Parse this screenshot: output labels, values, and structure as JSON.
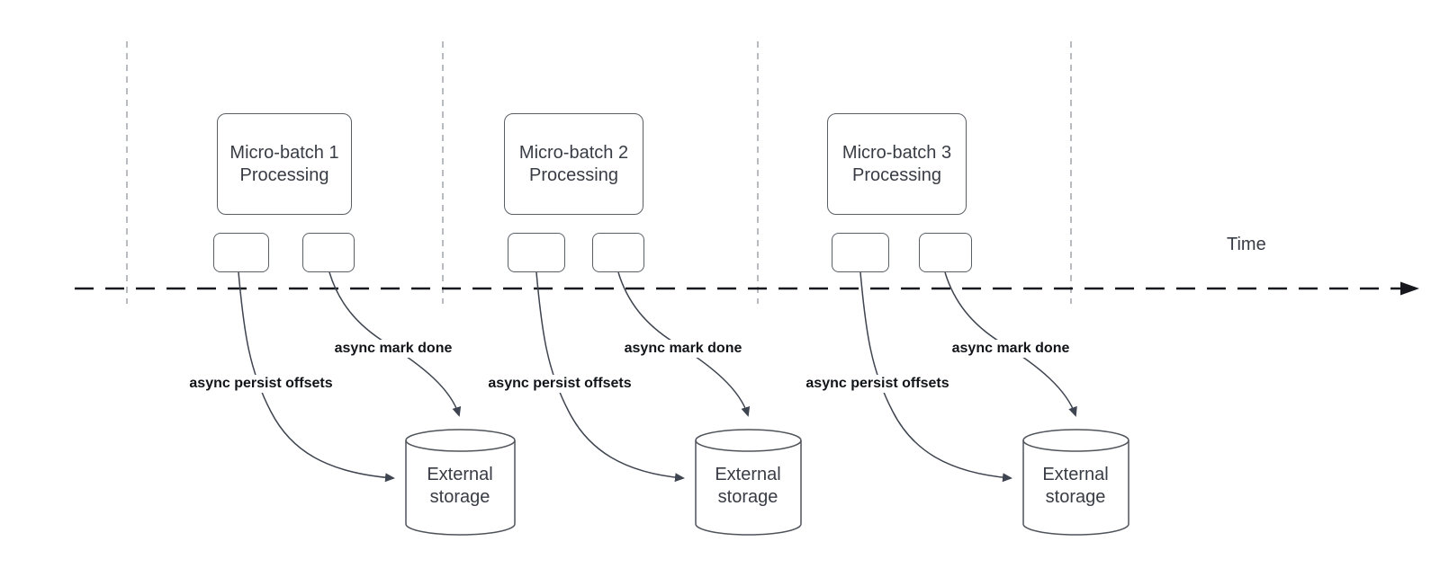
{
  "colors": {
    "canvas_bg": "#ffffff",
    "shape_stroke": "#5a5f66",
    "cylinder_stroke": "#4f545b",
    "curve_stroke": "#3e4450",
    "timeline_color": "#16181d",
    "gridline_color": "#9aa0a6",
    "heading_text": "#383c44",
    "edge_label_text": "#111418"
  },
  "time_label": "Time",
  "sections": [
    {
      "title": "Micro-batch 1\nProcessing",
      "persist_label": "async persist offsets",
      "mark_done_label": "async mark done",
      "storage_label": "External\nstorage"
    },
    {
      "title": "Micro-batch 2\nProcessing",
      "persist_label": "async persist offsets",
      "mark_done_label": "async mark done",
      "storage_label": "External\nstorage"
    },
    {
      "title": "Micro-batch 3\nProcessing",
      "persist_label": "async persist offsets",
      "mark_done_label": "async mark done",
      "storage_label": "External\nstorage"
    }
  ]
}
